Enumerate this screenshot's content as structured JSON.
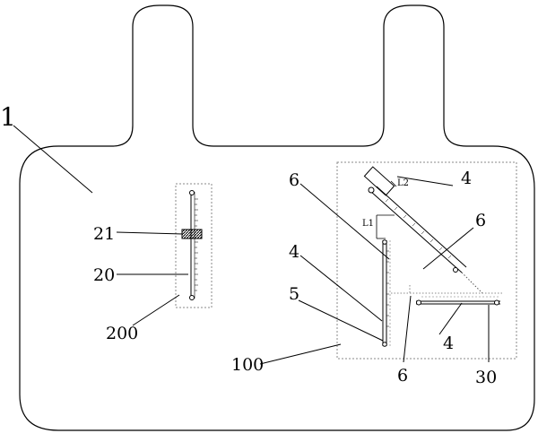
{
  "labels": {
    "main": "1",
    "slider_block": "21",
    "rail": "20",
    "left_box": "200",
    "right_box": "100",
    "upper_scale": "4",
    "left_scale": "4",
    "lower_scale": "4",
    "top_six_left": "6",
    "top_six_right": "6",
    "bottom_six": "6",
    "pivot": "5",
    "horizontal_rail": "30",
    "l1": "L1",
    "l2": "L2"
  },
  "colors": {
    "stroke": "#000000",
    "dashed": "#999999",
    "fill_block": "#444444"
  }
}
